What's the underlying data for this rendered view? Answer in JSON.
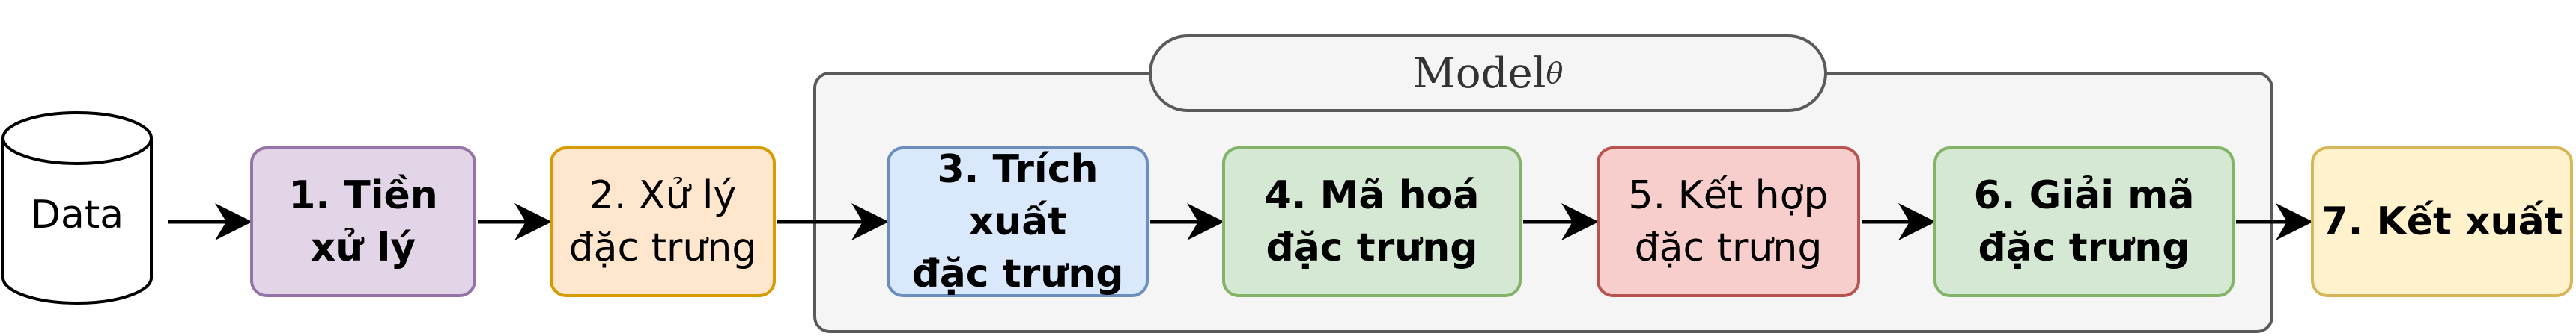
{
  "model": {
    "name": "Model",
    "subscript": "θ"
  },
  "data_store": {
    "label": "Data"
  },
  "steps": [
    {
      "label": "1. Tiền\nxử lý",
      "fill": "#e1d5e7",
      "stroke": "#9673a6"
    },
    {
      "label": "2. Xử lý\nđặc trưng",
      "fill": "#ffe6cc",
      "stroke": "#d79b00"
    },
    {
      "label": "3. Trích xuất\nđặc trưng",
      "fill": "#dae8fc",
      "stroke": "#6c8ebf"
    },
    {
      "label": "4. Mã hoá\nđặc trưng",
      "fill": "#d5e8d4",
      "stroke": "#82b366"
    },
    {
      "label": "5. Kết hợp\nđặc trưng",
      "fill": "#f8cecc",
      "stroke": "#b85450"
    },
    {
      "label": "6. Giải mã\nđặc trưng",
      "fill": "#d5e8d4",
      "stroke": "#82b366"
    },
    {
      "label": "7. Kết xuất",
      "fill": "#fff2cc",
      "stroke": "#d6b656"
    }
  ]
}
